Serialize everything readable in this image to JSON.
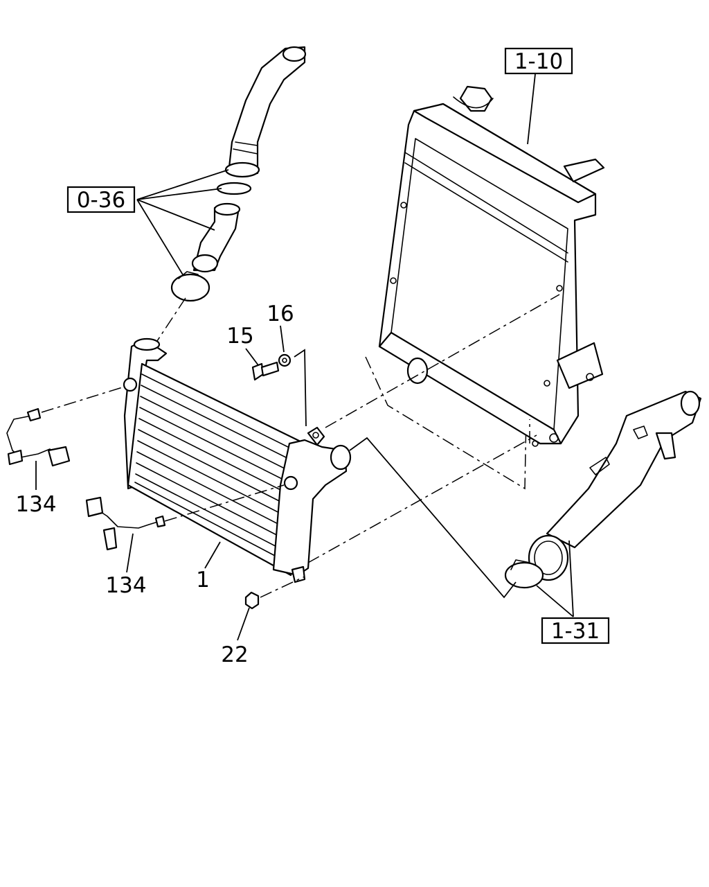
{
  "callouts": {
    "radiator": "1-10",
    "upper_pipe_set": "0-36",
    "lower_pipe_set": "1-31",
    "bolt": "15",
    "washer": "16",
    "sensor_left": "134",
    "sensor_lower": "134",
    "intercooler": "1",
    "nut": "22"
  }
}
